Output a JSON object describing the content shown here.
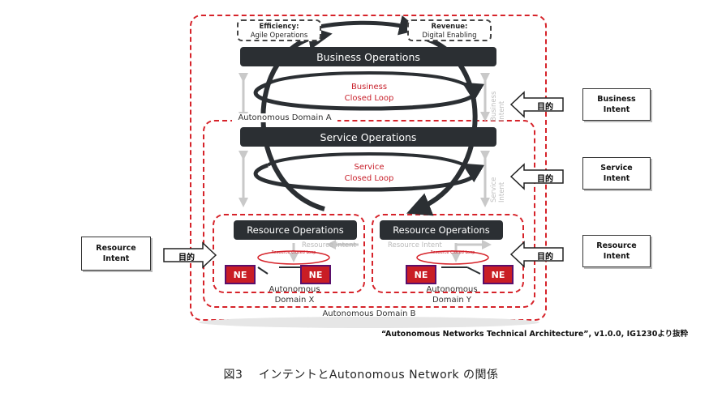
{
  "kpis": {
    "efficiency": {
      "title": "Efficiency:",
      "sub": "Agile Operations"
    },
    "revenue": {
      "title": "Revenue:",
      "sub": "Digital Enabling"
    }
  },
  "layers": {
    "business": "Business Operations",
    "service": "Service Operations",
    "resource_x": "Resource Operations",
    "resource_y": "Resource Operations"
  },
  "loops": {
    "business": [
      "Business",
      "Closed Loop"
    ],
    "service": [
      "Service",
      "Closed Loop"
    ],
    "resource_small": "Resource Closed Loop"
  },
  "intent_labels": {
    "business_vertical": "Business Intent",
    "service_vertical": "Service Intent",
    "resource_horizontal": "Resource Intent"
  },
  "domains": {
    "a": "Autonomous Domain A",
    "b": "Autonomous Domain B",
    "x": [
      "Autonomous",
      "Domain X"
    ],
    "y": [
      "Autonomous",
      "Domain Y"
    ]
  },
  "ne_label": "NE",
  "intents": {
    "business": [
      "Business",
      "Intent"
    ],
    "service": [
      "Service",
      "Intent"
    ],
    "resource_right": [
      "Resource",
      "Intent"
    ],
    "resource_left": [
      "Resource",
      "Intent"
    ],
    "arrow_label": "目的"
  },
  "source": "“Autonomous Networks Technical Architecture”, v1.0.0, IG1230より抜粋",
  "caption": "図3　 インテントとAutonomous Network の関係"
}
